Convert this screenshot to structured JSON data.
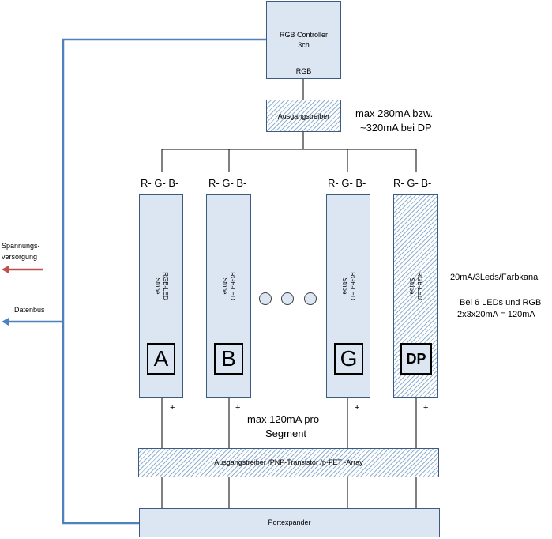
{
  "controller": {
    "title": "RGB Controller",
    "subtitle": "3ch",
    "port": "RGB"
  },
  "output_driver_top": {
    "label": "Ausgangstreiber"
  },
  "note_top": {
    "line1": "max 280mA bzw.",
    "line2": "~320mA bei DP"
  },
  "stripes": [
    {
      "pins": "R- G- B-",
      "label_line1": "RGB-LED",
      "label_line2": "Stripe",
      "segment": "A",
      "plus": "+"
    },
    {
      "pins": "R- G- B-",
      "label_line1": "RGB-LED",
      "label_line2": "Stripe",
      "segment": "B",
      "plus": "+"
    },
    {
      "pins": "R- G- B-",
      "label_line1": "RGB-LED",
      "label_line2": "Stripe",
      "segment": "G",
      "plus": "+"
    },
    {
      "pins": "R- G- B-",
      "label_line1": "RGB-LED",
      "label_line2": "Stripe",
      "segment": "DP",
      "plus": "+"
    }
  ],
  "note_right": {
    "line1": "20mA/3Leds/Farbkanal",
    "line2": "Bei 6 LEDs und RGB",
    "line3": "2x3x20mA = 120mA"
  },
  "note_segment": {
    "line1": "max 120mA pro",
    "line2": "Segment"
  },
  "output_driver_bottom": {
    "label": "Ausgangstreiber /PNP-Transistor /p-FET -Array"
  },
  "port_expander": {
    "label": "Portexpander"
  },
  "power_supply": {
    "line1": "Spannungs-",
    "line2": "versorgung"
  },
  "data_bus": {
    "label": "Datenbus"
  },
  "colors": {
    "box_fill": "#dce6f2",
    "box_border": "#3d5a80",
    "bus_line": "#4f81bd",
    "power_arrow": "#c0504d"
  }
}
